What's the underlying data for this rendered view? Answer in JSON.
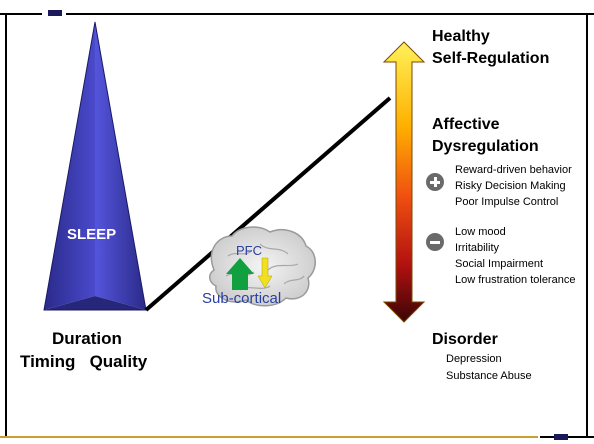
{
  "header": {
    "accent_color": "#c8a030"
  },
  "pyramid": {
    "label": "SLEEP",
    "color": "#3333aa"
  },
  "sleep_factors": {
    "line1": "Duration",
    "line2": "Timing   Quality"
  },
  "brain": {
    "top_label": "PFC",
    "bottom_label": "Sub-cortical",
    "up_arrow_color": "#10a040",
    "down_arrow_color": "#f0e020"
  },
  "scale": {
    "top": {
      "line1": "Healthy",
      "line2": "Self-Regulation"
    },
    "middle": {
      "line1": "Affective",
      "line2": "Dysregulation"
    },
    "plus_items": [
      "Reward-driven behavior",
      "Risky Decision Making",
      "Poor Impulse Control"
    ],
    "minus_items": [
      "Low mood",
      "Irritability",
      "Social Impairment",
      "Low frustration tolerance"
    ],
    "bottom": {
      "title": "Disorder",
      "items": [
        "Depression",
        "Substance Abuse"
      ]
    }
  }
}
